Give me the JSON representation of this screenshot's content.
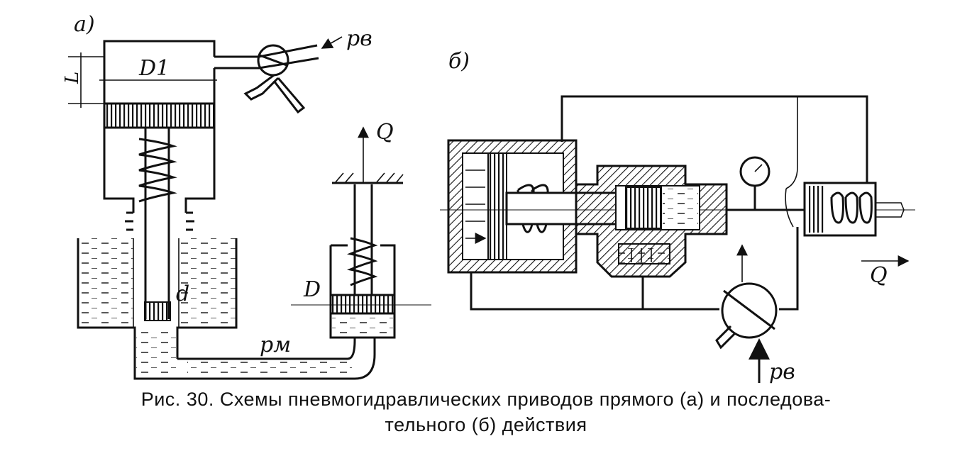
{
  "labels": {
    "panel_a": "а)",
    "panel_b": "б)",
    "p_v_a": "pв",
    "p_v_b": "pв",
    "D1": "D1",
    "L": "L",
    "d": "d",
    "D": "D",
    "Q_a": "Q",
    "Q_b": "Q",
    "p_m": "pм"
  },
  "caption": {
    "line1": "Рис. 30. Схемы пневмогидравлических приводов прямого (а) и последова-",
    "line2": "тельного (б) действия"
  },
  "icons": [
    "valve-icon",
    "pressure-gauge-icon",
    "spring-icon",
    "piston-icon"
  ]
}
